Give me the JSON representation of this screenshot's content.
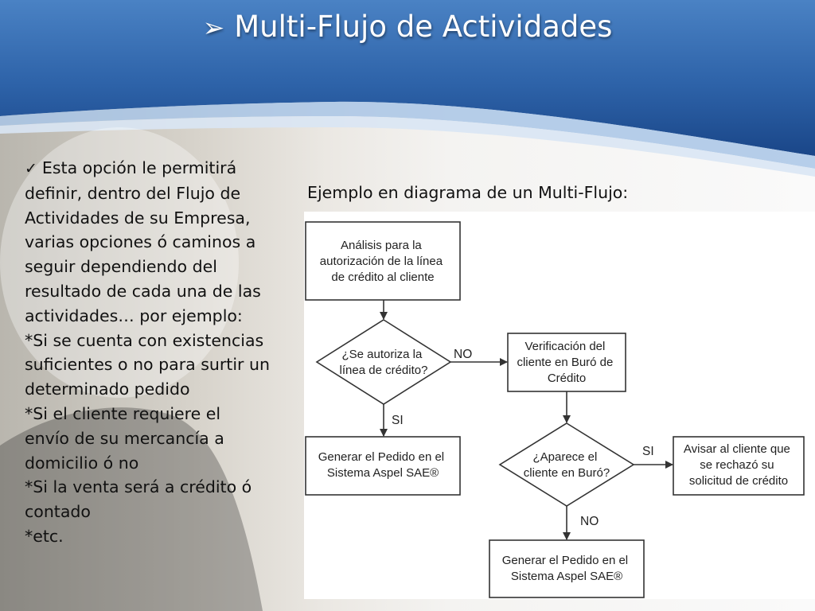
{
  "slide": {
    "title": "Multi-Flujo de Actividades",
    "title_bullet": "➢",
    "check_icon": "✓",
    "body_lines": [
      "Esta opción le permitirá",
      "definir, dentro del Flujo de",
      "Actividades de su Empresa,",
      "varias opciones ó caminos a",
      "seguir dependiendo del",
      "resultado de cada una de las",
      "actividades… por ejemplo:",
      "*Si se cuenta con existencias",
      "suficientes o no para surtir un",
      "determinado pedido",
      "*Si el cliente requiere el",
      "envío de su mercancía a",
      "domicilio ó no",
      "*Si la venta será a crédito ó",
      "contado",
      "*etc."
    ],
    "diagram_caption": "Ejemplo en diagrama de un Multi-Flujo:"
  },
  "flow": {
    "analysis": [
      "Análisis para la",
      "autorización de la línea",
      "de crédito al cliente"
    ],
    "decision_credit": [
      "¿Se autoriza la",
      "línea de crédito?"
    ],
    "verify_bureau": [
      "Verificación del",
      "cliente en Buró de",
      "Crédito"
    ],
    "order_1": [
      "Generar el Pedido en el",
      "Sistema Aspel SAE®"
    ],
    "decision_bureau": [
      "¿Aparece el",
      "cliente en Buró?"
    ],
    "notify_client": [
      "Avisar al cliente que",
      "se rechazó su",
      "solicitud de crédito"
    ],
    "order_2": [
      "Generar el Pedido en el",
      "Sistema Aspel SAE®"
    ],
    "label_no_1": "NO",
    "label_si_1": "SI",
    "label_si_2": "SI",
    "label_no_2": "NO"
  },
  "colors": {
    "header_dark": "#1c4a8a",
    "header_light": "#4e86c7",
    "accent_wave": "#a8c4e4"
  }
}
